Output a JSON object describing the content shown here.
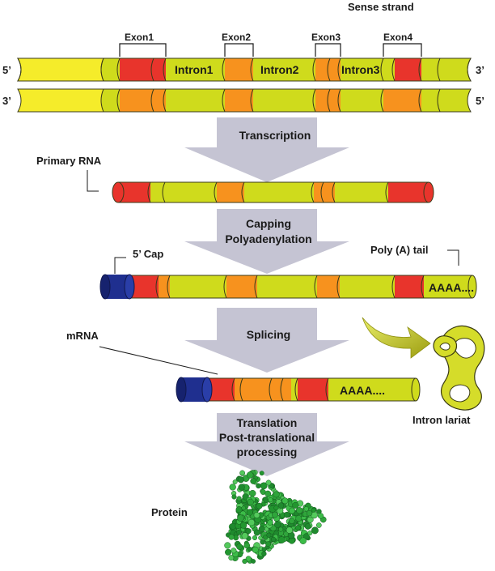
{
  "sense_strand": "Sense strand",
  "exons": [
    "Exon1",
    "Exon2",
    "Exon3",
    "Exon4"
  ],
  "introns": [
    "Intron1",
    "Intron2",
    "Intron3"
  ],
  "strand_ends": {
    "top_left": "5’",
    "top_right": "3’",
    "bottom_left": "3’",
    "bottom_right": "5’"
  },
  "steps": {
    "transcription": "Transcription",
    "capping": "Capping",
    "polyadenylation": "Polyadenylation",
    "splicing": "Splicing",
    "translation": "Translation",
    "post_translational": "Post-translational",
    "processing": "processing"
  },
  "labels": {
    "primary_rna": "Primary RNA",
    "cap": "5’ Cap",
    "poly_a_tail": "Poly (A) tail",
    "poly_a_seq": "AAAA....",
    "mrna": "mRNA",
    "intron_lariat": "Intron lariat",
    "protein": "Protein"
  },
  "colors": {
    "exon": "#e8342c",
    "intron": "#cfdb1c",
    "coding": "#f7921e",
    "utr": "#f5ec2a",
    "cap": "#1f2f8f",
    "arrow": "#c5c4d3",
    "lariat_arrow": "#d6d800"
  }
}
